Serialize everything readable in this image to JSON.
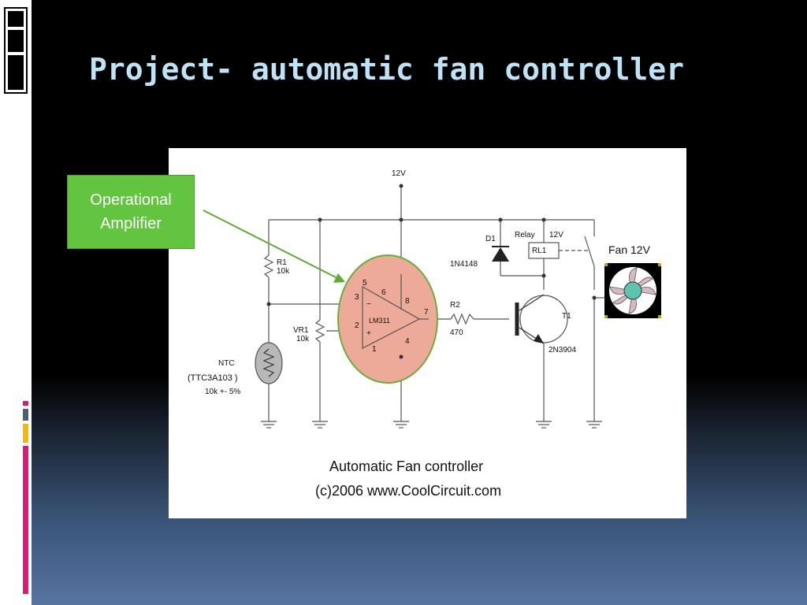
{
  "slide": {
    "title": "Project- automatic fan controller",
    "callout": {
      "line1": "Operational",
      "line2": "Amplifier"
    }
  },
  "circuit": {
    "supply": "12V",
    "r1_label": "R1",
    "r1_value": "10k",
    "vr1_label": "VR1",
    "vr1_value": "10k",
    "ntc_label": "NTC",
    "ntc_part": "(TTC3A103 )",
    "ntc_value": "10k +- 5%",
    "ic_label": "LM311",
    "pin_5": "5",
    "pin_6": "6",
    "pin_3": "3",
    "pin_2": "2",
    "pin_1": "1",
    "pin_8": "8",
    "pin_7": "7",
    "pin_4": "4",
    "minus": "−",
    "plus": "+",
    "r2_label": "R2",
    "r2_value": "470",
    "d1_label": "D1",
    "d1_part": "1N4148",
    "relay_label": "Relay",
    "relay_voltage": "12V",
    "relay_name": "RL1",
    "fan_label": "Fan 12V",
    "t1_label": "T1",
    "t1_part": "2N3904",
    "caption": "Automatic Fan controller",
    "copyright": "(c)2006 www.CoolCircuit.com"
  },
  "colors": {
    "title": "#bfe3f6",
    "callout_bg": "#63c43f",
    "highlight_fill": "#eeaa98",
    "highlight_stroke": "#6aae3c",
    "accent_pink": "#e0177a",
    "accent_yellow": "#f6b800"
  }
}
